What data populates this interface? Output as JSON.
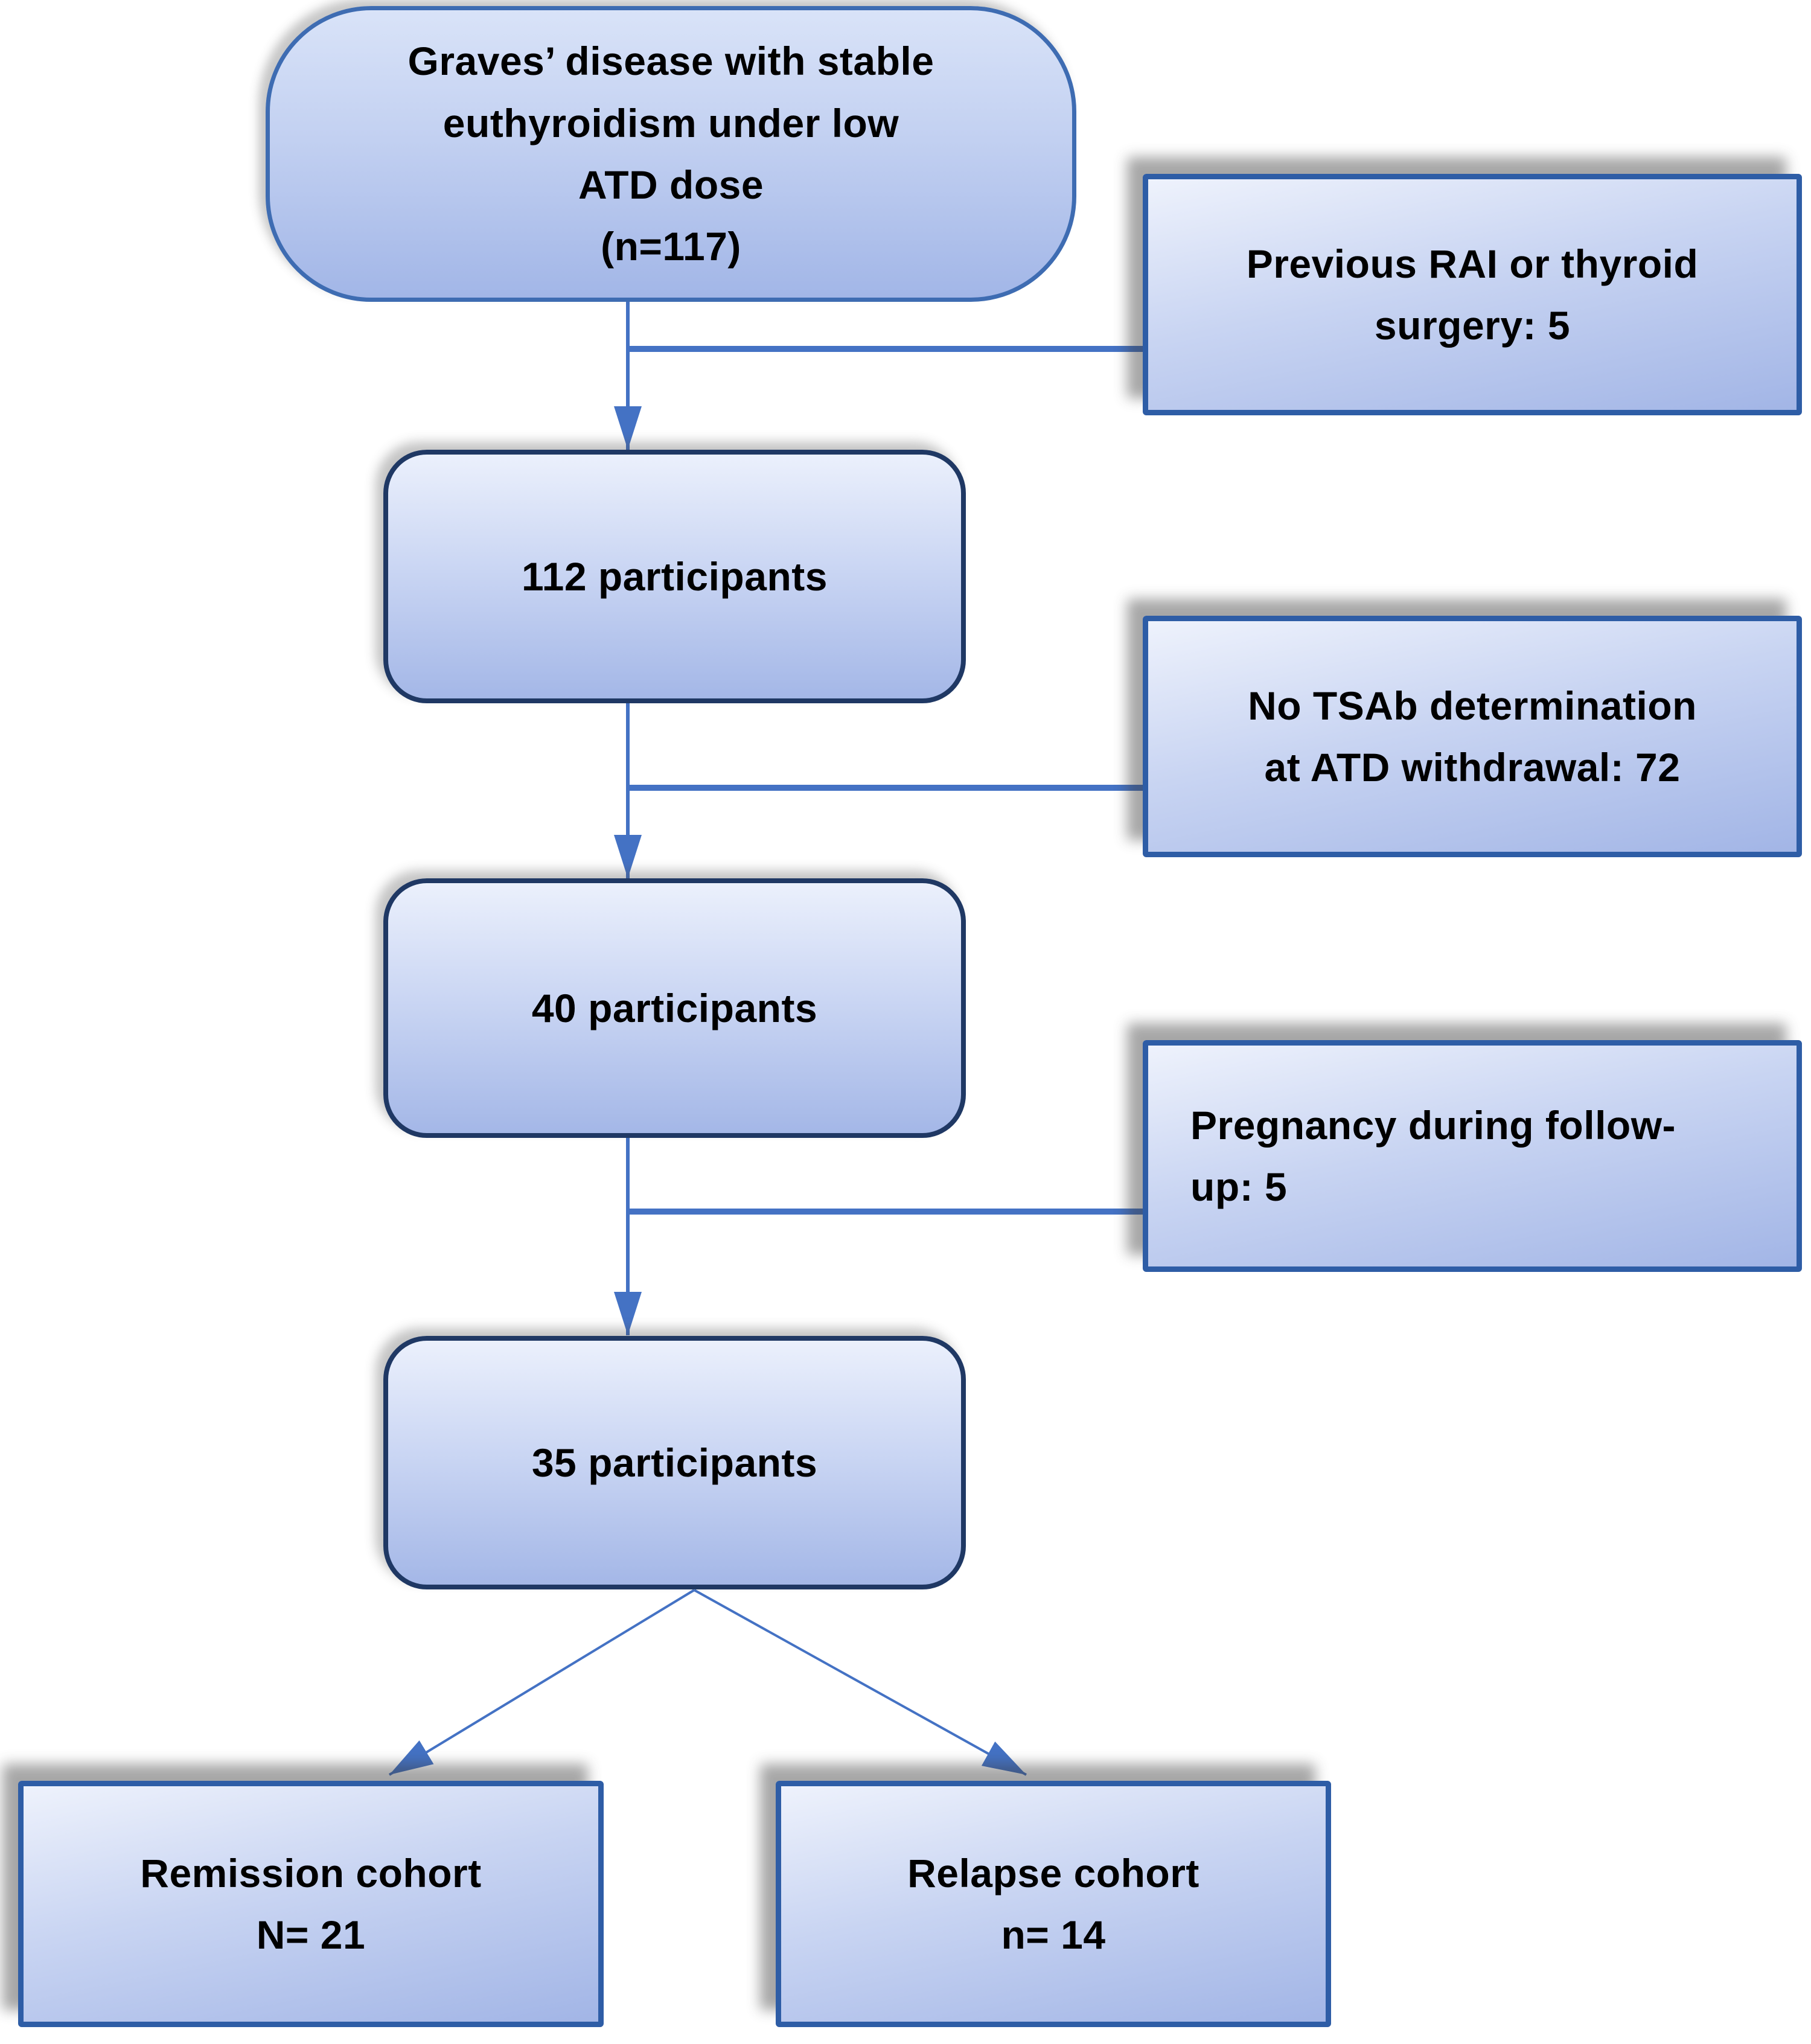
{
  "diagram": {
    "type": "cohort-flowchart",
    "background": "#ffffff",
    "colors": {
      "connector": "#4472C4",
      "arrowhead": "#4472C4",
      "rounded_box_border": "#1F3864",
      "terminator_border": "#3E6CB2",
      "rect_box_border": "#2E5DA6",
      "fill_light": "#EEF2FC",
      "fill_dark": "#A2B5E6",
      "text": "#000000"
    },
    "nodes": {
      "source": {
        "lines": [
          "Graves’ disease with stable",
          "euthyroidism under low",
          "ATD dose",
          "(n=117)"
        ],
        "n": 117
      },
      "excluded_rai": {
        "lines": [
          "Previous RAI or thyroid",
          "surgery: 5"
        ],
        "n": 5
      },
      "participants_112": {
        "label": "112 participants",
        "n": 112
      },
      "excluded_tsab": {
        "lines": [
          "No TSAb determination",
          "at ATD withdrawal: 72"
        ],
        "n": 72
      },
      "participants_40": {
        "label": "40 participants",
        "n": 40
      },
      "excluded_pregnancy": {
        "lines": [
          "Pregnancy during follow-",
          "up: 5"
        ],
        "n": 5
      },
      "participants_35": {
        "label": "35 participants",
        "n": 35
      },
      "remission": {
        "lines": [
          "Remission cohort",
          "N= 21"
        ],
        "n": 21
      },
      "relapse": {
        "lines": [
          "Relapse cohort",
          "n= 14"
        ],
        "n": 14
      }
    },
    "edges": [
      {
        "from": "source",
        "to": "participants_112",
        "type": "flow"
      },
      {
        "from": "source",
        "to": "excluded_rai",
        "type": "exclusion"
      },
      {
        "from": "participants_112",
        "to": "participants_40",
        "type": "flow"
      },
      {
        "from": "participants_112",
        "to": "excluded_tsab",
        "type": "exclusion"
      },
      {
        "from": "participants_40",
        "to": "participants_35",
        "type": "flow"
      },
      {
        "from": "participants_40",
        "to": "excluded_pregnancy",
        "type": "exclusion"
      },
      {
        "from": "participants_35",
        "to": "remission",
        "type": "flow"
      },
      {
        "from": "participants_35",
        "to": "relapse",
        "type": "flow"
      }
    ]
  }
}
